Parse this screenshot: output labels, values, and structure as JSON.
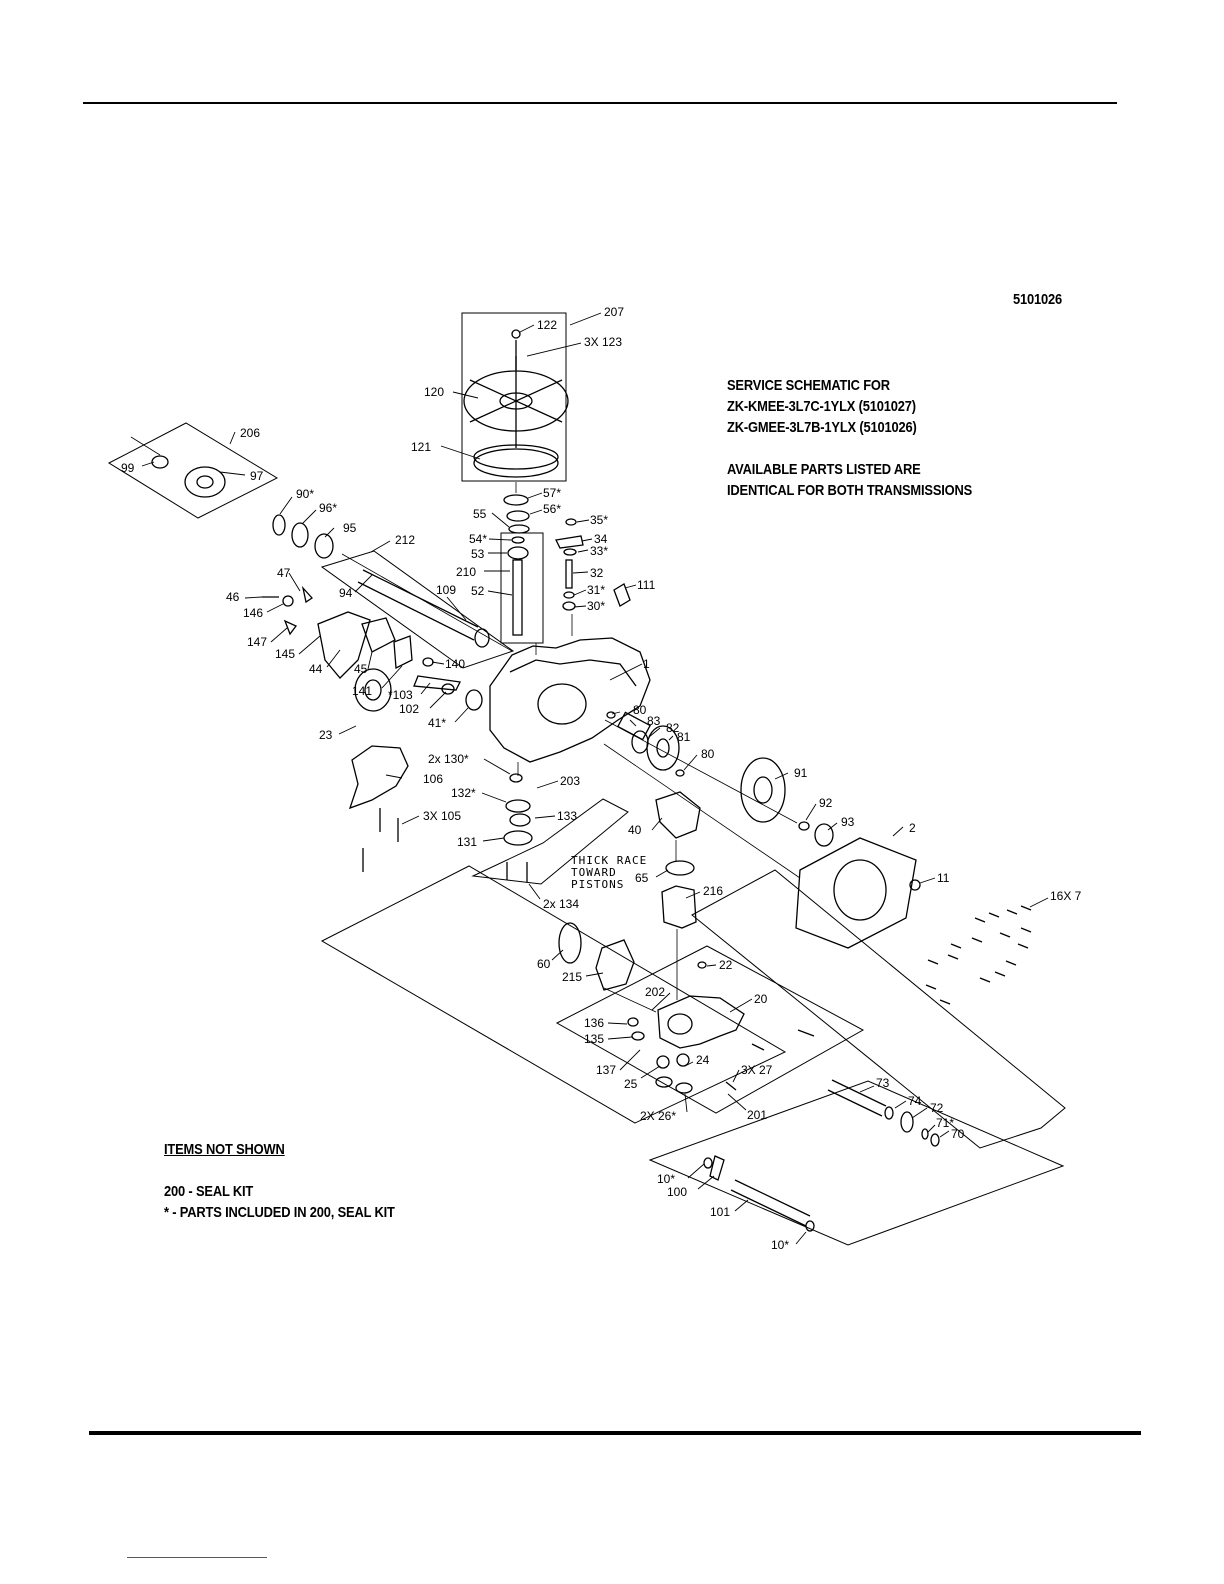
{
  "drawing_number": "5101026",
  "title": {
    "line1": "SERVICE SCHEMATIC FOR",
    "line2": "ZK-KMEE-3L7C-1YLX (5101027)",
    "line3": "ZK-GMEE-3L7B-1YLX (5101026)",
    "line4": "AVAILABLE PARTS LISTED ARE",
    "line5": "IDENTICAL FOR BOTH TRANSMISSIONS"
  },
  "notes": {
    "heading": "ITEMS NOT SHOWN",
    "line1": "200 - SEAL KIT",
    "line2": "* - PARTS INCLUDED IN 200, SEAL KIT"
  },
  "annotation": {
    "line1": "THICK RACE",
    "line2": "TOWARD",
    "line3": "PISTONS"
  },
  "callouts": [
    "207",
    "122",
    "3X 123",
    "120",
    "121",
    "206",
    "99",
    "97",
    "90*",
    "96*",
    "95",
    "212",
    "57*",
    "56*",
    "55",
    "54*",
    "53",
    "210",
    "52",
    "35*",
    "34",
    "33*",
    "32",
    "31*",
    "30*",
    "111",
    "47",
    "46",
    "146",
    "147",
    "145",
    "44",
    "45",
    "94",
    "109",
    "140",
    "141",
    "*103",
    "102",
    "41*",
    "23",
    "1",
    "80",
    "83",
    "82",
    "81",
    "80",
    "91",
    "92",
    "93",
    "2",
    "11",
    "2x 130*",
    "203",
    "106",
    "132*",
    "133",
    "3X 105",
    "131",
    "40",
    "65",
    "216",
    "2x 134",
    "16X 7",
    "60",
    "215",
    "22",
    "202",
    "20",
    "136",
    "135",
    "137",
    "25",
    "24",
    "3X 27",
    "2X 26*",
    "201",
    "73",
    "74",
    "72",
    "71*",
    "70",
    "10*",
    "100",
    "101",
    "10*"
  ]
}
